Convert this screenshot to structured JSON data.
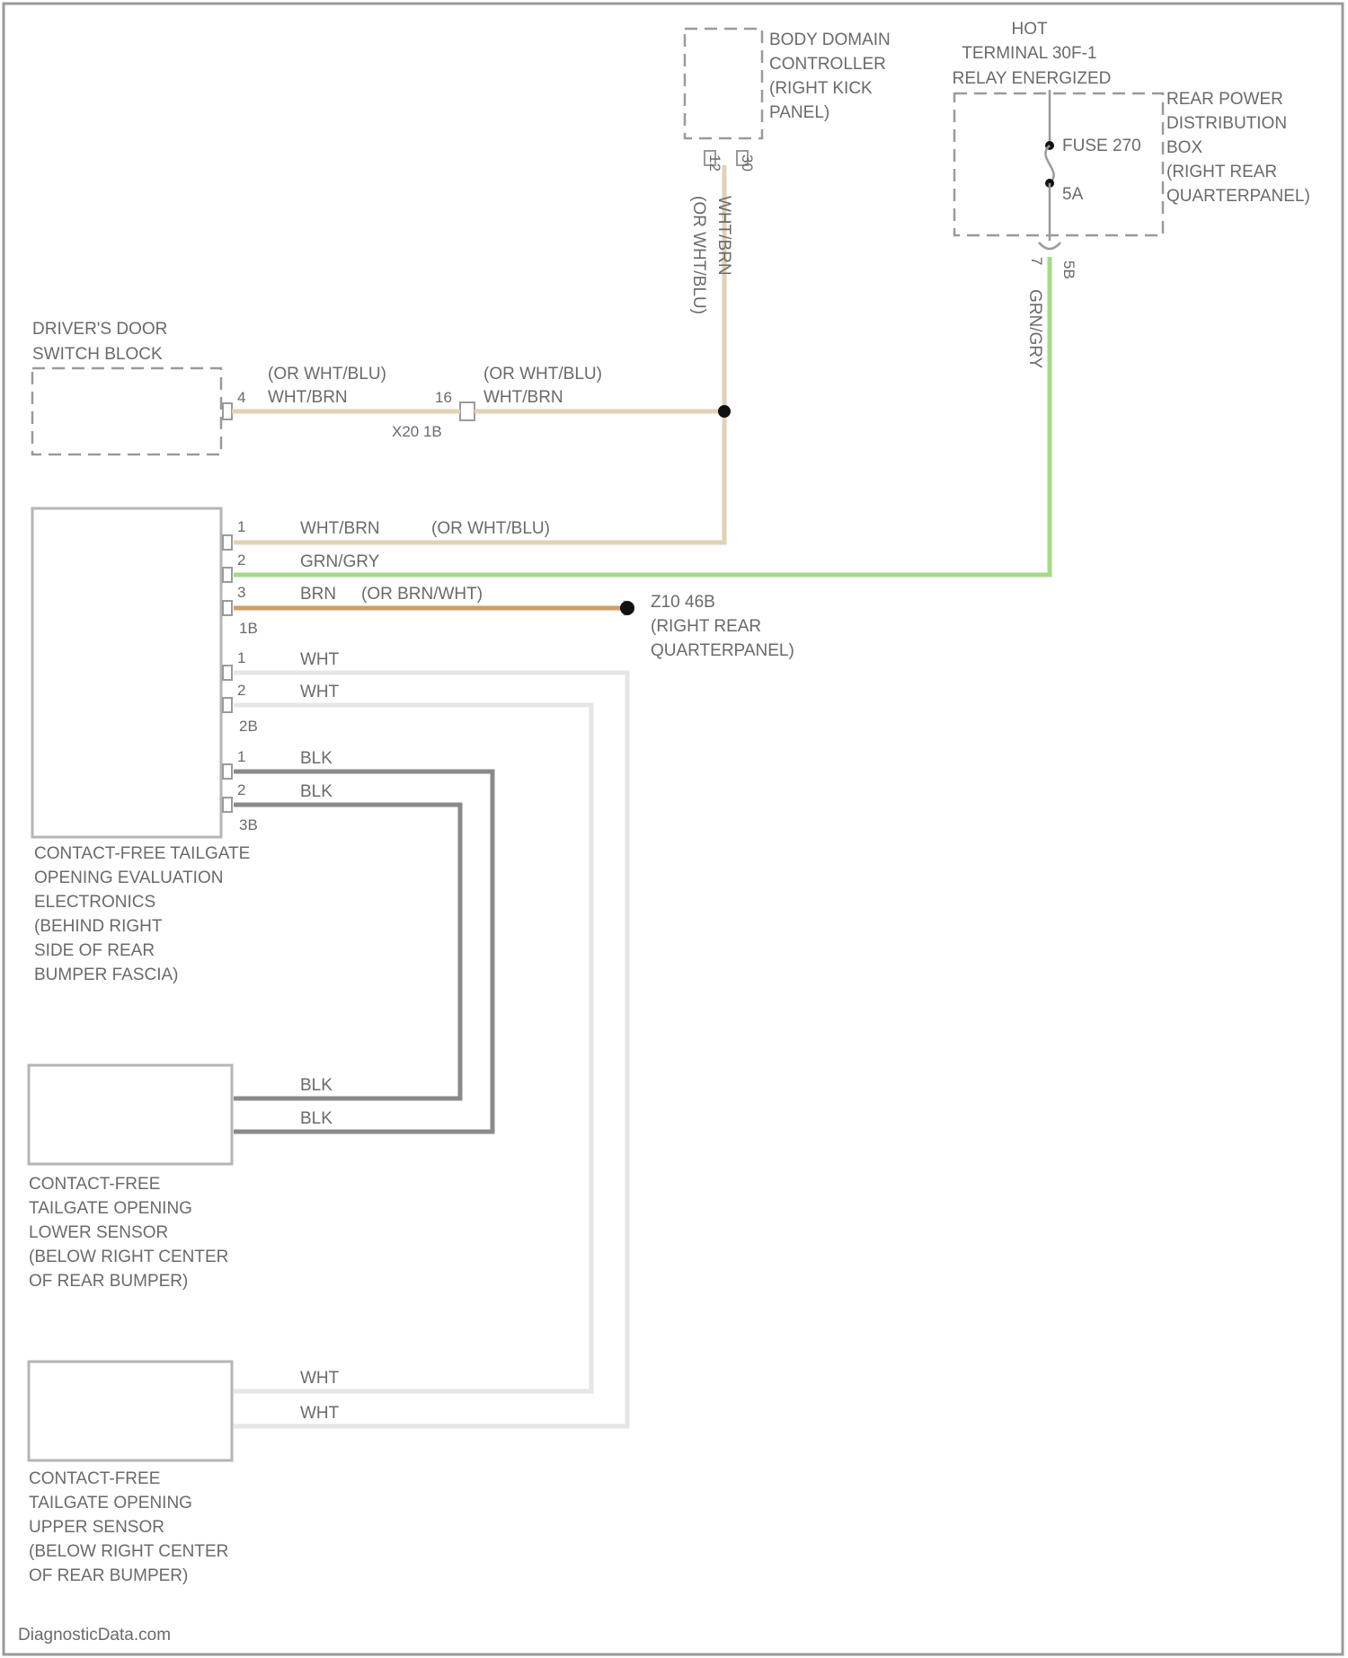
{
  "components": {
    "body_domain_controller": [
      "BODY DOMAIN",
      "CONTROLLER",
      "(RIGHT KICK",
      "PANEL)"
    ],
    "hot_terminal": [
      "HOT",
      "TERMINAL 30F-1",
      "RELAY ENERGIZED"
    ],
    "rear_power_distribution_box": [
      "REAR POWER",
      "DISTRIBUTION",
      "BOX",
      "(RIGHT REAR",
      "QUARTERPANEL)"
    ],
    "drivers_door_switch_block": [
      "DRIVER'S DOOR",
      "SWITCH BLOCK"
    ],
    "evaluation_electronics": [
      "CONTACT-FREE TAILGATE",
      "OPENING EVALUATION",
      "ELECTRONICS",
      "(BEHIND RIGHT",
      "SIDE OF REAR",
      "BUMPER FASCIA)"
    ],
    "lower_sensor": [
      "CONTACT-FREE",
      "TAILGATE OPENING",
      "LOWER SENSOR",
      "(BELOW RIGHT CENTER",
      "OF REAR BUMPER)"
    ],
    "upper_sensor": [
      "CONTACT-FREE",
      "TAILGATE OPENING",
      "UPPER SENSOR",
      "(BELOW RIGHT CENTER",
      "OF REAR BUMPER)"
    ],
    "ground": [
      "Z10 46B",
      "(RIGHT REAR",
      "QUARTERPANEL)"
    ]
  },
  "fuse": {
    "name": "FUSE 270",
    "rating": "5A"
  },
  "connectors": {
    "bdc_pins": [
      "12",
      "30"
    ],
    "rpdb_pins": [
      "7",
      "5B"
    ],
    "door_pin": "4",
    "inline_pin": "16",
    "inline_connector": "X20 1B",
    "c1_name": "1B",
    "c2_name": "2B",
    "c3_name": "3B",
    "c1_pins": [
      "1",
      "2",
      "3"
    ],
    "c2_pins": [
      "1",
      "2"
    ],
    "c3_pins": [
      "1",
      "2"
    ]
  },
  "wires": {
    "bdc_vertical": [
      "(OR WHT/BLU)",
      "WHT/BRN"
    ],
    "door_left": [
      "(OR WHT/BLU)",
      "WHT/BRN"
    ],
    "door_right": [
      "(OR WHT/BLU)",
      "WHT/BRN"
    ],
    "rpdb_vertical": "GRN/GRY",
    "pin1": [
      "WHT/BRN",
      "(OR WHT/BLU)"
    ],
    "pin2": "GRN/GRY",
    "pin3": [
      "BRN",
      "(OR BRN/WHT)"
    ],
    "wht": "WHT",
    "blk": "BLK"
  },
  "colors": {
    "wht_brn": "#e2d2b6",
    "grn_gry": "#a6d88c",
    "brn": "#cf9c67",
    "blk": "#8a8a8a",
    "wht": "#e6e6e6"
  },
  "footer": "DiagnosticData.com"
}
